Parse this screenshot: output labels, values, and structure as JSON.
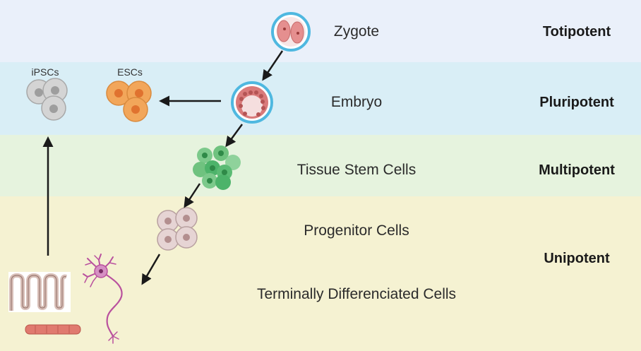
{
  "stages": {
    "zygote": "Zygote",
    "embryo": "Embryo",
    "tissue_stem_cells": "Tissue Stem Cells",
    "progenitor_cells": "Progenitor Cells",
    "terminal_cells": "Terminally Differenciated Cells"
  },
  "potency": {
    "totipotent": "Totipotent",
    "pluripotent": "Pluripotent",
    "multipotent": "Multipotent",
    "unipotent": "Unipotent"
  },
  "cell_types": {
    "ipscs": "iPSCs",
    "escs": "ESCs"
  },
  "colors": {
    "band_totipotent": "#eaf0fa",
    "band_pluripotent": "#d9eef6",
    "band_multipotent": "#e6f3de",
    "band_unipotent": "#f5f2d2",
    "zygote_ring": "#4fb8e0",
    "zygote_cell": "#e58f8f",
    "esc_cell": "#f2a65a",
    "ipsc_cell": "#c9c9c9",
    "tissue_stem_cell": "#4db36a",
    "progenitor_cell": "#d9c2c2",
    "neuron": "#b9519e",
    "arrow": "#1a1a1a"
  }
}
